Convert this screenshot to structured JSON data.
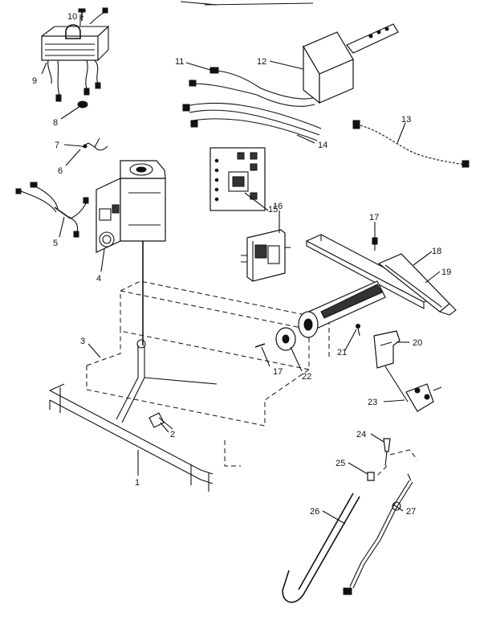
{
  "callouts": [
    {
      "id": "10",
      "label": "10"
    },
    {
      "id": "9",
      "label": "9"
    },
    {
      "id": "8",
      "label": "8"
    },
    {
      "id": "7",
      "label": "7"
    },
    {
      "id": "6",
      "label": "6"
    },
    {
      "id": "5",
      "label": "5"
    },
    {
      "id": "4",
      "label": "4"
    },
    {
      "id": "3",
      "label": "3"
    },
    {
      "id": "2",
      "label": "2"
    },
    {
      "id": "1",
      "label": "1"
    },
    {
      "id": "11",
      "label": "11"
    },
    {
      "id": "12",
      "label": "12"
    },
    {
      "id": "13",
      "label": "13"
    },
    {
      "id": "14",
      "label": "14"
    },
    {
      "id": "15",
      "label": "15"
    },
    {
      "id": "16",
      "label": "16"
    },
    {
      "id": "17a",
      "label": "17"
    },
    {
      "id": "17b",
      "label": "17"
    },
    {
      "id": "18",
      "label": "18"
    },
    {
      "id": "19",
      "label": "19"
    },
    {
      "id": "20",
      "label": "20"
    },
    {
      "id": "21",
      "label": "21"
    },
    {
      "id": "22",
      "label": "22"
    },
    {
      "id": "23",
      "label": "23"
    },
    {
      "id": "24",
      "label": "24"
    },
    {
      "id": "25",
      "label": "25"
    },
    {
      "id": "26",
      "label": "26"
    },
    {
      "id": "27",
      "label": "27"
    }
  ]
}
